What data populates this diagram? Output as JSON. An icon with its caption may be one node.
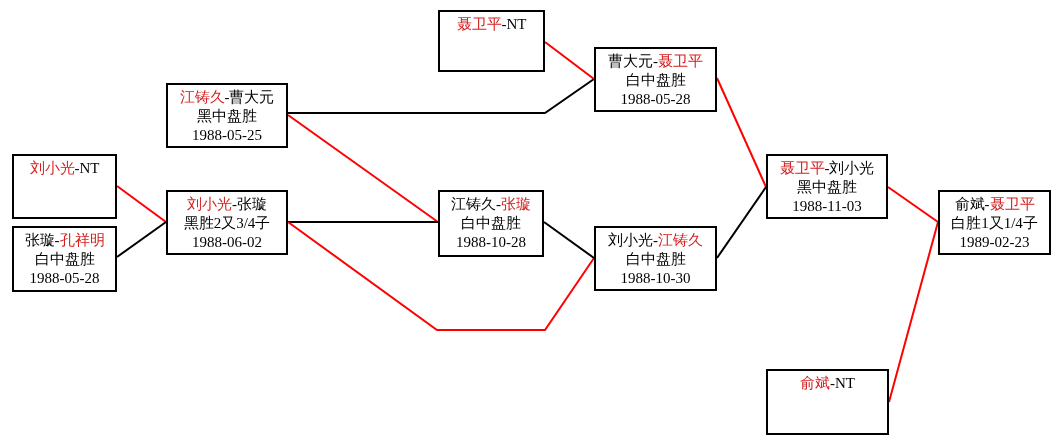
{
  "diagram": {
    "nodes": [
      {
        "text": [
          "刘小光-NT"
        ]
      },
      {
        "text": [
          "张璇-孔祥明",
          "白中盘胜",
          "1988-05-28"
        ]
      },
      {
        "text": [
          "江铸久-曹大元",
          "黑中盘胜",
          "1988-05-25"
        ]
      },
      {
        "text": [
          "刘小光-张璇",
          "黑胜2又3/4子",
          "1988-06-02"
        ]
      },
      {
        "text": [
          "聂卫平-NT"
        ]
      },
      {
        "text": [
          "江铸久-张璇",
          "白中盘胜",
          "1988-10-28"
        ]
      },
      {
        "text": [
          "曹大元-聂卫平",
          "白中盘胜",
          "1988-05-28"
        ]
      },
      {
        "text": [
          "刘小光-江铸久",
          "白中盘胜",
          "1988-10-30"
        ]
      },
      {
        "text": [
          "聂卫平-刘小光",
          "黑中盘胜",
          "1988-11-03"
        ]
      },
      {
        "text": [
          "俞斌-NT"
        ]
      },
      {
        "text": [
          "俞斌-聂卫平",
          "白胜1又1/4子",
          "1989-02-23"
        ]
      }
    ],
    "edges": [
      {
        "from": 0,
        "to": 3,
        "arrow": "none"
      },
      {
        "from": 1,
        "to": 3,
        "arrow": "none",
        "color": "#000000"
      },
      {
        "from": 2,
        "to": 6,
        "arrow": "none",
        "color": "#000000"
      },
      {
        "from": 2,
        "to": 5,
        "arrow": "none"
      },
      {
        "from": 3,
        "to": 5,
        "arrow": "none",
        "color": "#000000"
      },
      {
        "from": 3,
        "to": 7,
        "arrow": "none"
      },
      {
        "from": 4,
        "to": 6,
        "arrow": "none"
      },
      {
        "from": 5,
        "to": 7,
        "arrow": "none",
        "color": "#000000"
      },
      {
        "from": 6,
        "to": 8,
        "arrow": "none"
      },
      {
        "from": 7,
        "to": 8,
        "arrow": "none",
        "color": "#000000"
      },
      {
        "from": 8,
        "to": 10,
        "arrow": "none"
      },
      {
        "from": 9,
        "to": 10,
        "arrow": "none"
      }
    ]
  }
}
